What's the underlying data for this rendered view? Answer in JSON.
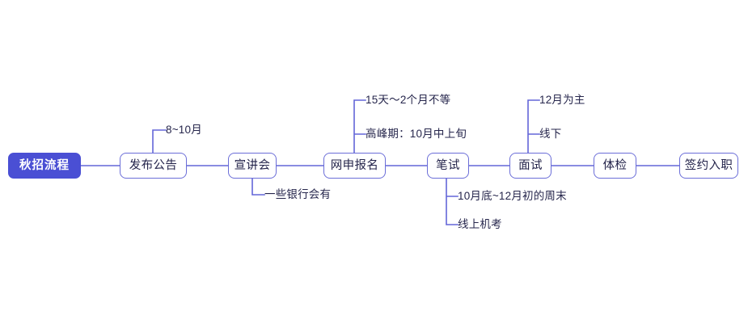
{
  "diagram": {
    "title_node": {
      "label": "秋招流程"
    },
    "steps": [
      {
        "id": "announcement",
        "label": "发布公告"
      },
      {
        "id": "info-session",
        "label": "宣讲会"
      },
      {
        "id": "online-application",
        "label": "网申报名"
      },
      {
        "id": "written-test",
        "label": "笔试"
      },
      {
        "id": "interview",
        "label": "面试"
      },
      {
        "id": "medical-exam",
        "label": "体检"
      },
      {
        "id": "sign-onboard",
        "label": "签约入职"
      }
    ],
    "notes": [
      {
        "id": "announcement-duration",
        "label": "8~10月",
        "attached_to": "announcement",
        "side": "above"
      },
      {
        "id": "info-session-scope",
        "label": "一些银行会有",
        "attached_to": "info-session",
        "side": "below"
      },
      {
        "id": "application-duration",
        "label": "15天～2个月不等",
        "attached_to": "online-application",
        "side": "above"
      },
      {
        "id": "application-peak",
        "label": "高峰期：10月中上旬",
        "attached_to": "online-application",
        "side": "above"
      },
      {
        "id": "written-test-date",
        "label": "10月底~12月初的周末",
        "attached_to": "written-test",
        "side": "below"
      },
      {
        "id": "written-test-mode",
        "label": "线上机考",
        "attached_to": "written-test",
        "side": "below"
      },
      {
        "id": "interview-month",
        "label": "12月为主",
        "attached_to": "interview",
        "side": "above"
      },
      {
        "id": "interview-mode",
        "label": "线下",
        "attached_to": "interview",
        "side": "above"
      }
    ],
    "colors": {
      "root_fill": "#4a4fd4",
      "node_border": "#6b6ed8",
      "connector": "#6366d8",
      "text": "#23234a",
      "background": "#ffffff"
    }
  }
}
